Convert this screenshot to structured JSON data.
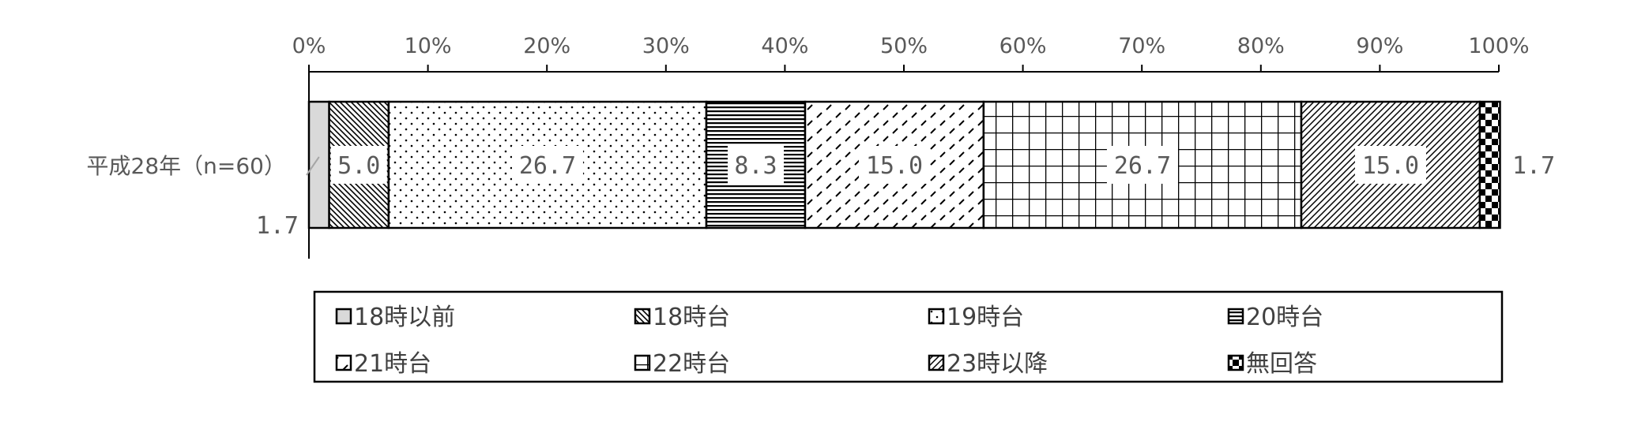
{
  "chart_data": {
    "type": "bar",
    "orientation": "horizontal",
    "stacked": true,
    "percent": true,
    "categories": [
      "平成28年（n=60）"
    ],
    "xlim": [
      0,
      100
    ],
    "x_ticks": [
      "0%",
      "10%",
      "20%",
      "30%",
      "40%",
      "50%",
      "60%",
      "70%",
      "80%",
      "90%",
      "100%"
    ],
    "series": [
      {
        "name": "18時以前",
        "values": [
          1.7
        ],
        "label": "1.7",
        "pattern": "solid-gray"
      },
      {
        "name": "18時台",
        "values": [
          5.0
        ],
        "label": "5.0",
        "pattern": "wide-downward-diagonal"
      },
      {
        "name": "19時台",
        "values": [
          26.7
        ],
        "label": "26.7",
        "pattern": "dotted"
      },
      {
        "name": "20時台",
        "values": [
          8.3
        ],
        "label": "8.3",
        "pattern": "horizontal-lines"
      },
      {
        "name": "21時台",
        "values": [
          15.0
        ],
        "label": "15.0",
        "pattern": "dashed-upward-diagonal"
      },
      {
        "name": "22時台",
        "values": [
          26.7
        ],
        "label": "26.7",
        "pattern": "large-grid"
      },
      {
        "name": "23時以降",
        "values": [
          15.0
        ],
        "label": "15.0",
        "pattern": "upward-diagonal"
      },
      {
        "name": "無回答",
        "values": [
          1.7
        ],
        "label": "1.7",
        "pattern": "checkerboard"
      }
    ],
    "legend": {
      "position": "bottom",
      "columns": 4
    },
    "grid": false
  },
  "colors": {
    "axis": "#000000",
    "text": "#595959",
    "fill_gray": "#d9d9d9"
  }
}
